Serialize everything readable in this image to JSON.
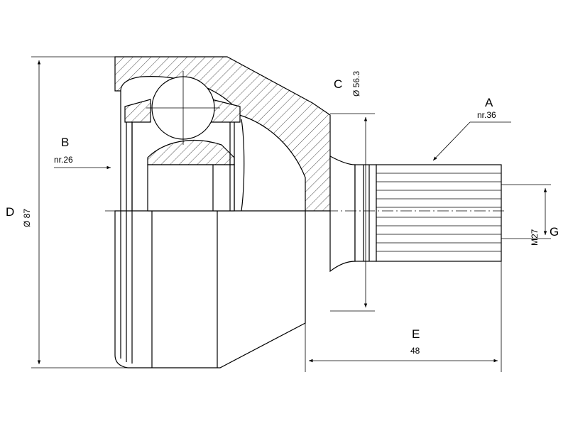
{
  "labels": {
    "A": {
      "letter": "A",
      "sub": "nr.36"
    },
    "B": {
      "letter": "B",
      "sub": "nr.26"
    },
    "C": {
      "letter": "C",
      "sub": "Ø 56.3"
    },
    "D": {
      "letter": "D",
      "sub": "Ø 87"
    },
    "E": {
      "letter": "E",
      "sub": "48"
    },
    "G": {
      "letter": "G",
      "sub": "M27"
    }
  }
}
